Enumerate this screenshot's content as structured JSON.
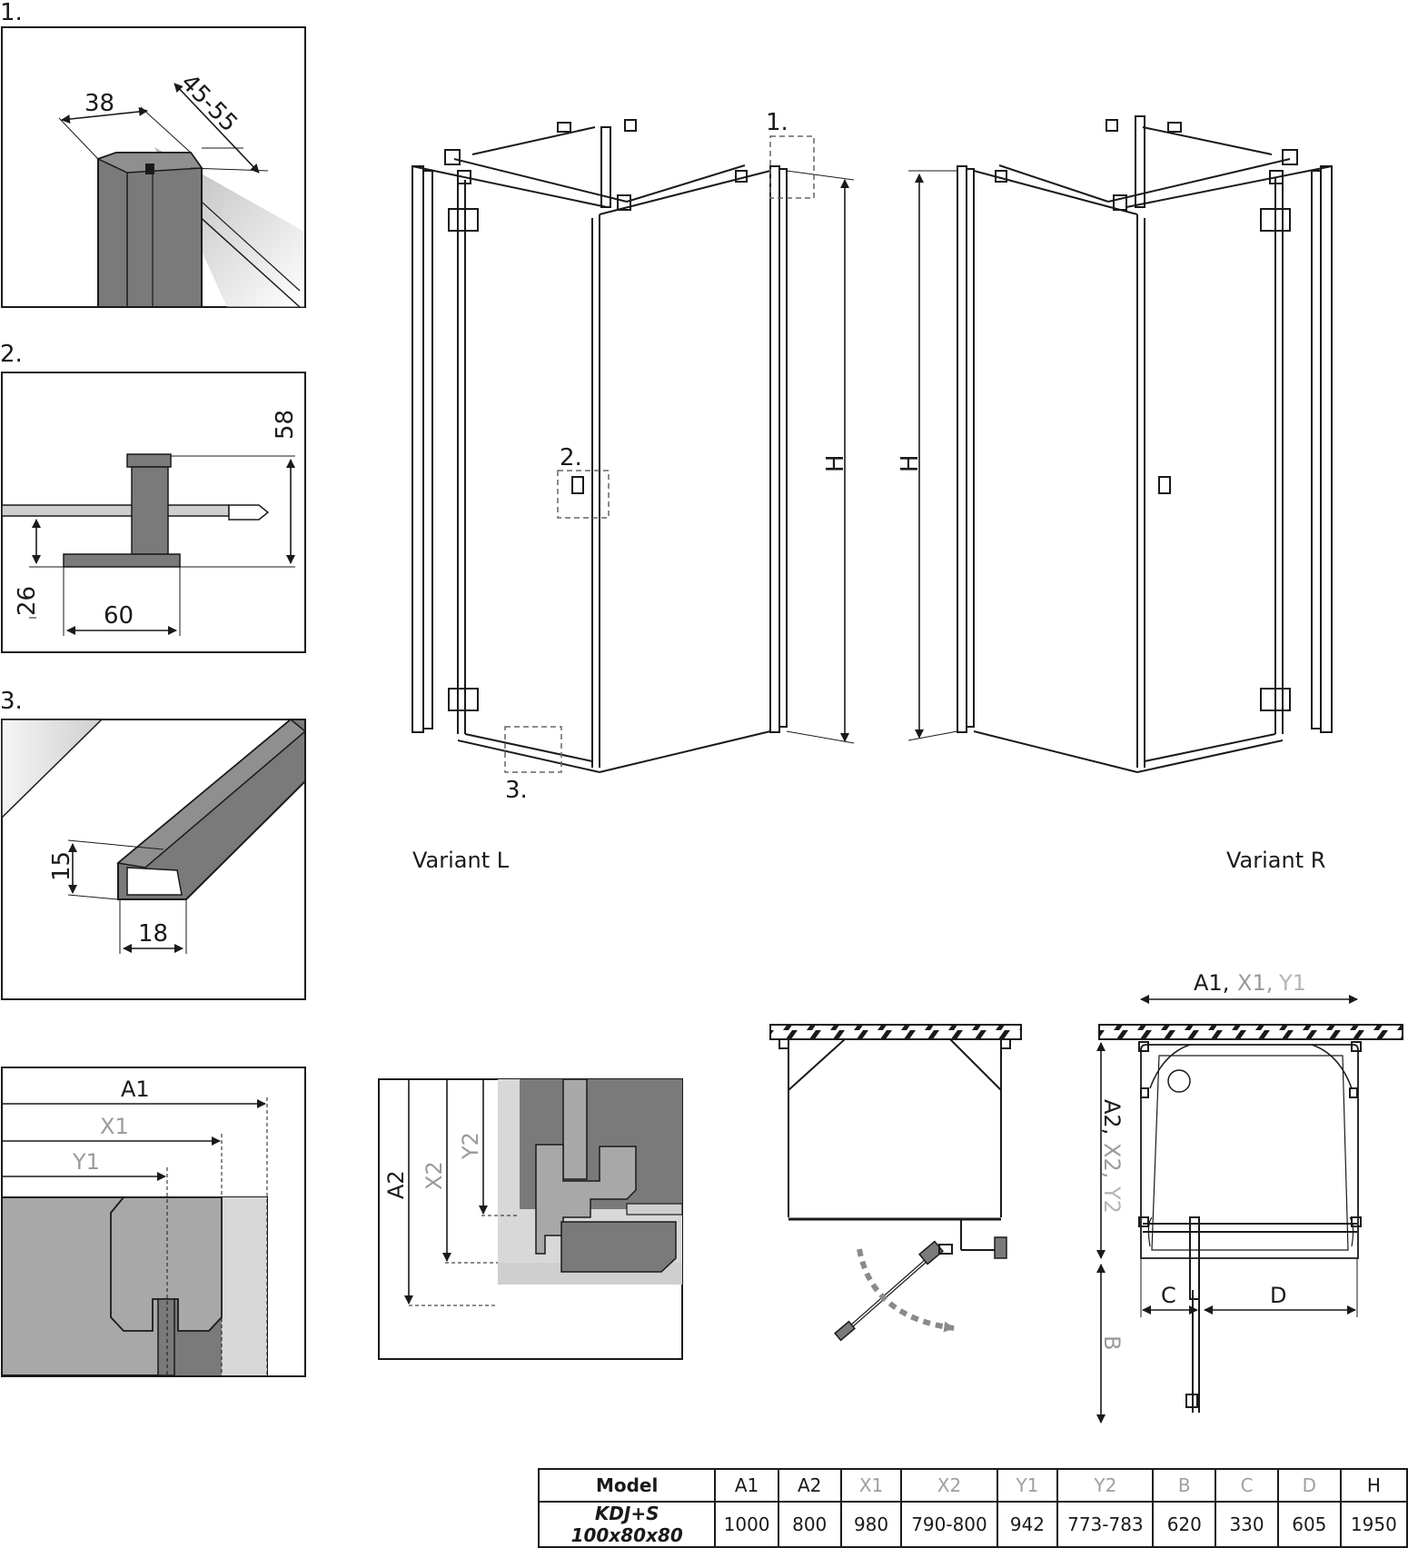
{
  "details": {
    "d1": {
      "number": "1.",
      "dim_a": "38",
      "dim_b": "45-55"
    },
    "d2": {
      "number": "2.",
      "dim_height": "58",
      "dim_offset": "26",
      "dim_width": "60"
    },
    "d3": {
      "number": "3.",
      "dim_height": "15",
      "dim_width": "18"
    },
    "profile": {
      "a1": "A1",
      "x1": "X1",
      "y1": "Y1"
    },
    "corner": {
      "a2": "A2",
      "x2": "X2",
      "y2": "Y2"
    }
  },
  "views": {
    "variant_l": "Variant L",
    "variant_r": "Variant R",
    "callout_1": "1.",
    "callout_2": "2.",
    "callout_3": "3.",
    "height_l": "H",
    "height_r": "H"
  },
  "plan": {
    "top_a1": "A1, ",
    "top_x1": "X1, ",
    "top_y1": "Y1",
    "side_a2": "A2, ",
    "side_x2": "X2, ",
    "side_y2": "Y2",
    "b": "B",
    "c": "C",
    "d": "D"
  },
  "table": {
    "headers": [
      "Model",
      "A1",
      "A2",
      "X1",
      "X2",
      "Y1",
      "Y2",
      "B",
      "C",
      "D",
      "H"
    ],
    "rows": [
      [
        "KDJ+S 100x80x80",
        "1000",
        "800",
        "980",
        "790-800",
        "942",
        "773-783",
        "620",
        "330",
        "605",
        "1950"
      ]
    ]
  },
  "colors": {
    "line": "#1a1a1a",
    "muted_label": "#a0a0a0",
    "profile_gray": "#7a7a7a"
  }
}
